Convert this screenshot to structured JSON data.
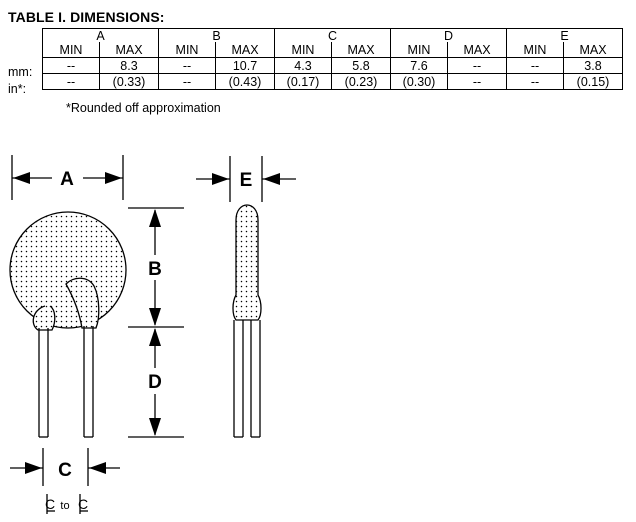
{
  "title": "TABLE I. DIMENSIONS:",
  "table": {
    "groups": [
      "A",
      "B",
      "C",
      "D",
      "E"
    ],
    "subheaders": [
      "MIN",
      "MAX",
      "MIN",
      "MAX",
      "MIN",
      "MAX",
      "MIN",
      "MAX",
      "MIN",
      "MAX"
    ],
    "rows": [
      {
        "label": "mm:",
        "cells": [
          "--",
          "8.3",
          "--",
          "10.7",
          "4.3",
          "5.8",
          "7.6",
          "--",
          "--",
          "3.8"
        ]
      },
      {
        "label": "in*:",
        "cells": [
          "--",
          "(0.33)",
          "--",
          "(0.43)",
          "(0.17)",
          "(0.23)",
          "(0.30)",
          "--",
          "--",
          "(0.15)"
        ]
      }
    ]
  },
  "note": "*Rounded off approximation",
  "drawing": {
    "labels": {
      "a": "A",
      "b": "B",
      "c": "C",
      "d": "D",
      "e": "E"
    },
    "centerline": {
      "left": "C",
      "mid": "to",
      "right": "C"
    },
    "line_color": "#000000",
    "body_fill": "#f4f4f4"
  }
}
